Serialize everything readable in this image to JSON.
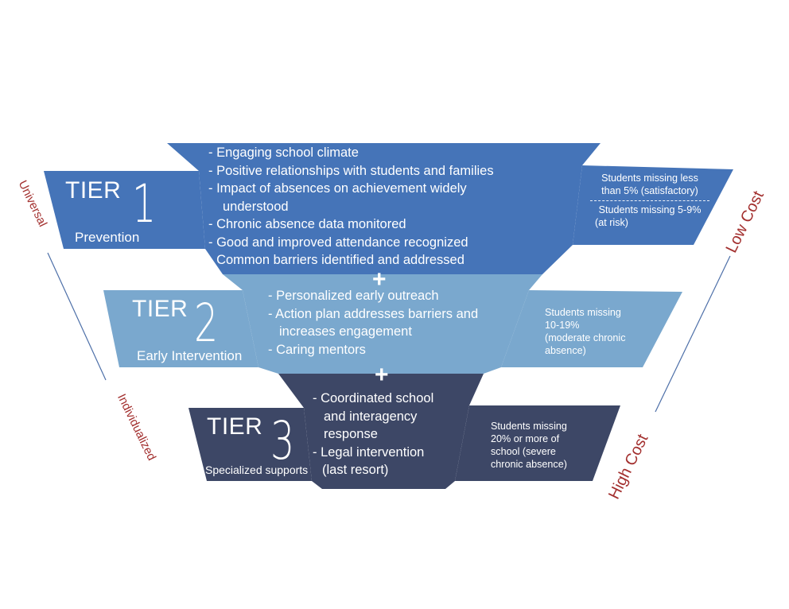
{
  "colors": {
    "tier1": "#4574b8",
    "tier1_dark": "#35609f",
    "tier2": "#7aa8ce",
    "tier2_dark": "#5f8fb9",
    "tier3": "#3d4766",
    "tier3_dark": "#323a55",
    "accent_red": "#a3302f",
    "axis_line": "#4d6fa8"
  },
  "tiers": [
    {
      "word": "TIER",
      "number": "1",
      "subtitle": "Prevention",
      "bullets": [
        "- Engaging school climate",
        "- Positive relationships with students and families",
        "- Impact of absences on achievement widely",
        "understood",
        "- Chronic absence data monitored",
        "- Good and improved attendance recognized",
        "- Common barriers identified and addressed"
      ],
      "side": [
        "Students missing less",
        "than 5% (satisfactory)",
        "Students missing 5-9%",
        "(at risk)"
      ]
    },
    {
      "word": "TIER",
      "number": "2",
      "subtitle": "Early Intervention",
      "bullets": [
        "- Personalized early outreach",
        "- Action plan addresses barriers and",
        "increases engagement",
        "- Caring mentors"
      ],
      "side": [
        "Students missing",
        "10-19%",
        "(moderate chronic",
        "absence)"
      ]
    },
    {
      "word": "TIER",
      "number": "3",
      "subtitle": "Specialized supports",
      "bullets": [
        "-  Coordinated school",
        "and interagency",
        "response",
        "-  Legal intervention",
        "(last resort)"
      ],
      "side": [
        "Students missing",
        "20% or more of",
        "school (severe",
        "chronic absence)"
      ]
    }
  ],
  "plus_sign": "+",
  "axis": {
    "left_top": "Universal",
    "left_bottom": "Individualized",
    "right_top": "Low Cost",
    "right_bottom": "High Cost"
  }
}
